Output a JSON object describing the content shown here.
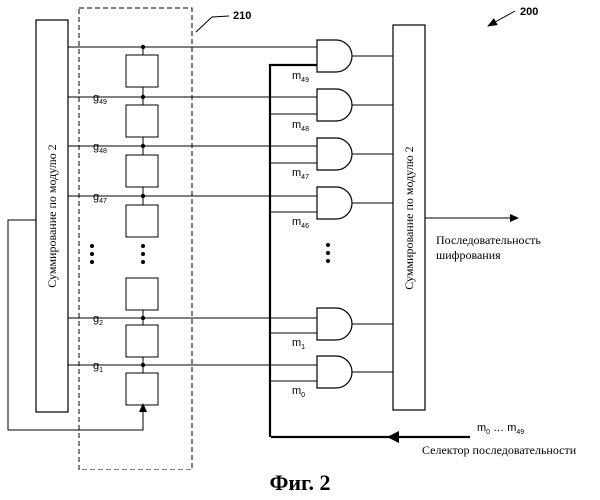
{
  "reference_labels": {
    "figure_ref": "200",
    "block_ref": "210"
  },
  "left_block_label": "Суммирование по модулю 2",
  "right_block_label": "Суммирование по модулю 2",
  "tap_labels": [
    {
      "base": "g",
      "sub": "49"
    },
    {
      "base": "g",
      "sub": "48"
    },
    {
      "base": "g",
      "sub": "47"
    },
    {
      "base": "g",
      "sub": "2"
    },
    {
      "base": "g",
      "sub": "1"
    }
  ],
  "mask_labels": [
    {
      "base": "m",
      "sub": "49"
    },
    {
      "base": "m",
      "sub": "48"
    },
    {
      "base": "m",
      "sub": "47"
    },
    {
      "base": "m",
      "sub": "46"
    },
    {
      "base": "m",
      "sub": "1"
    },
    {
      "base": "m",
      "sub": "0"
    }
  ],
  "output_label": {
    "line1": "Последовательность",
    "line2": "шифрования"
  },
  "selector_bus": {
    "m_first": "m",
    "m_first_sub": "0",
    "ellipsis": " … ",
    "m_last": "m",
    "m_last_sub": "49"
  },
  "selector_label": "Селектор последовательности",
  "caption": "Фиг. 2"
}
